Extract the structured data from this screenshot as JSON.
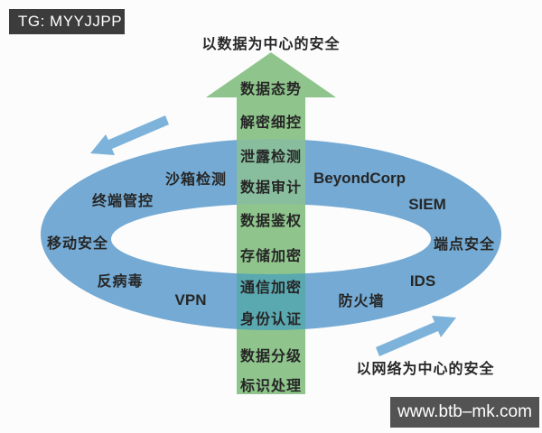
{
  "colors": {
    "ring_blue": "#74aad3",
    "arrow_green": "#8fc58c",
    "overlap_teal": "#5aa8b0",
    "small_arrow_blue": "#7db3da",
    "text_dark": "#262626",
    "badge_bg": "#3c3c3c",
    "watermark_bg": "#535353"
  },
  "badge": {
    "label": "TG: MYYJJPP"
  },
  "watermark": {
    "label": "www.btb–mk.com"
  },
  "diagram": {
    "top_title": "以数据为中心的安全",
    "bottom_title": "以网络为中心的安全",
    "arrow_items": [
      "数据态势",
      "解密细控",
      "泄露检测",
      "数据审计",
      "数据鉴权",
      "存储加密",
      "通信加密",
      "身份认证",
      "数据分级",
      "标识处理"
    ],
    "ring_items": [
      "沙箱检测",
      "终端管控",
      "移动安全",
      "反病毒",
      "VPN",
      "BeyondCorp",
      "SIEM",
      "端点安全",
      "IDS",
      "防火墙"
    ]
  }
}
